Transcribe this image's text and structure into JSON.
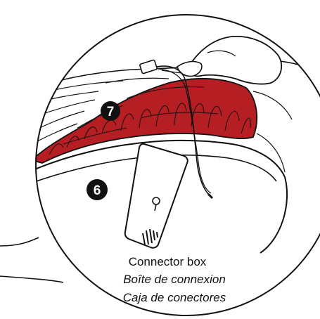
{
  "callouts": {
    "connector_box_number": "6",
    "fabric_number": "7"
  },
  "caption": {
    "english": "Connector box",
    "french": "Boîte de connexion",
    "spanish": "Caja de conectores"
  },
  "colors": {
    "accent_red": "#b51f24",
    "line": "#111111",
    "background": "#ffffff"
  }
}
